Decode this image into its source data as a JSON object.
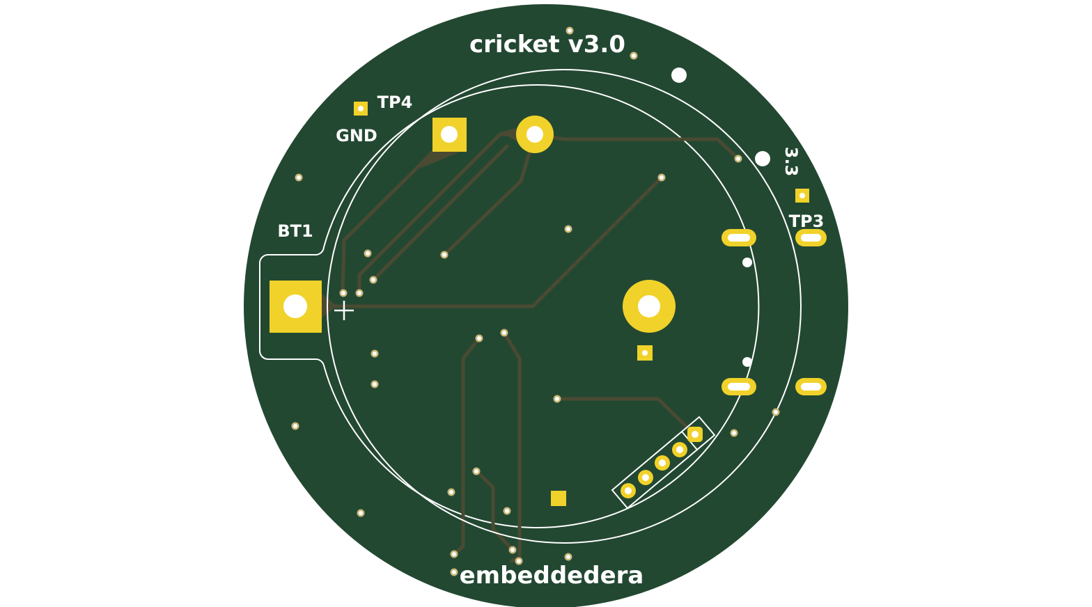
{
  "board": {
    "title": "cricket v3.0",
    "maker": "embeddedera",
    "colors": {
      "solder_mask": "#234832",
      "copper_trace": "#4a4a32",
      "pad": "#f0d22a",
      "silkscreen": "#ffffff",
      "drill": "#ffffff",
      "background": "#ffffff"
    }
  },
  "labels": {
    "battery": "BT1",
    "tp4": "TP4",
    "gnd": "GND",
    "tp3": "TP3",
    "v33": "3.3",
    "plus": "+"
  }
}
